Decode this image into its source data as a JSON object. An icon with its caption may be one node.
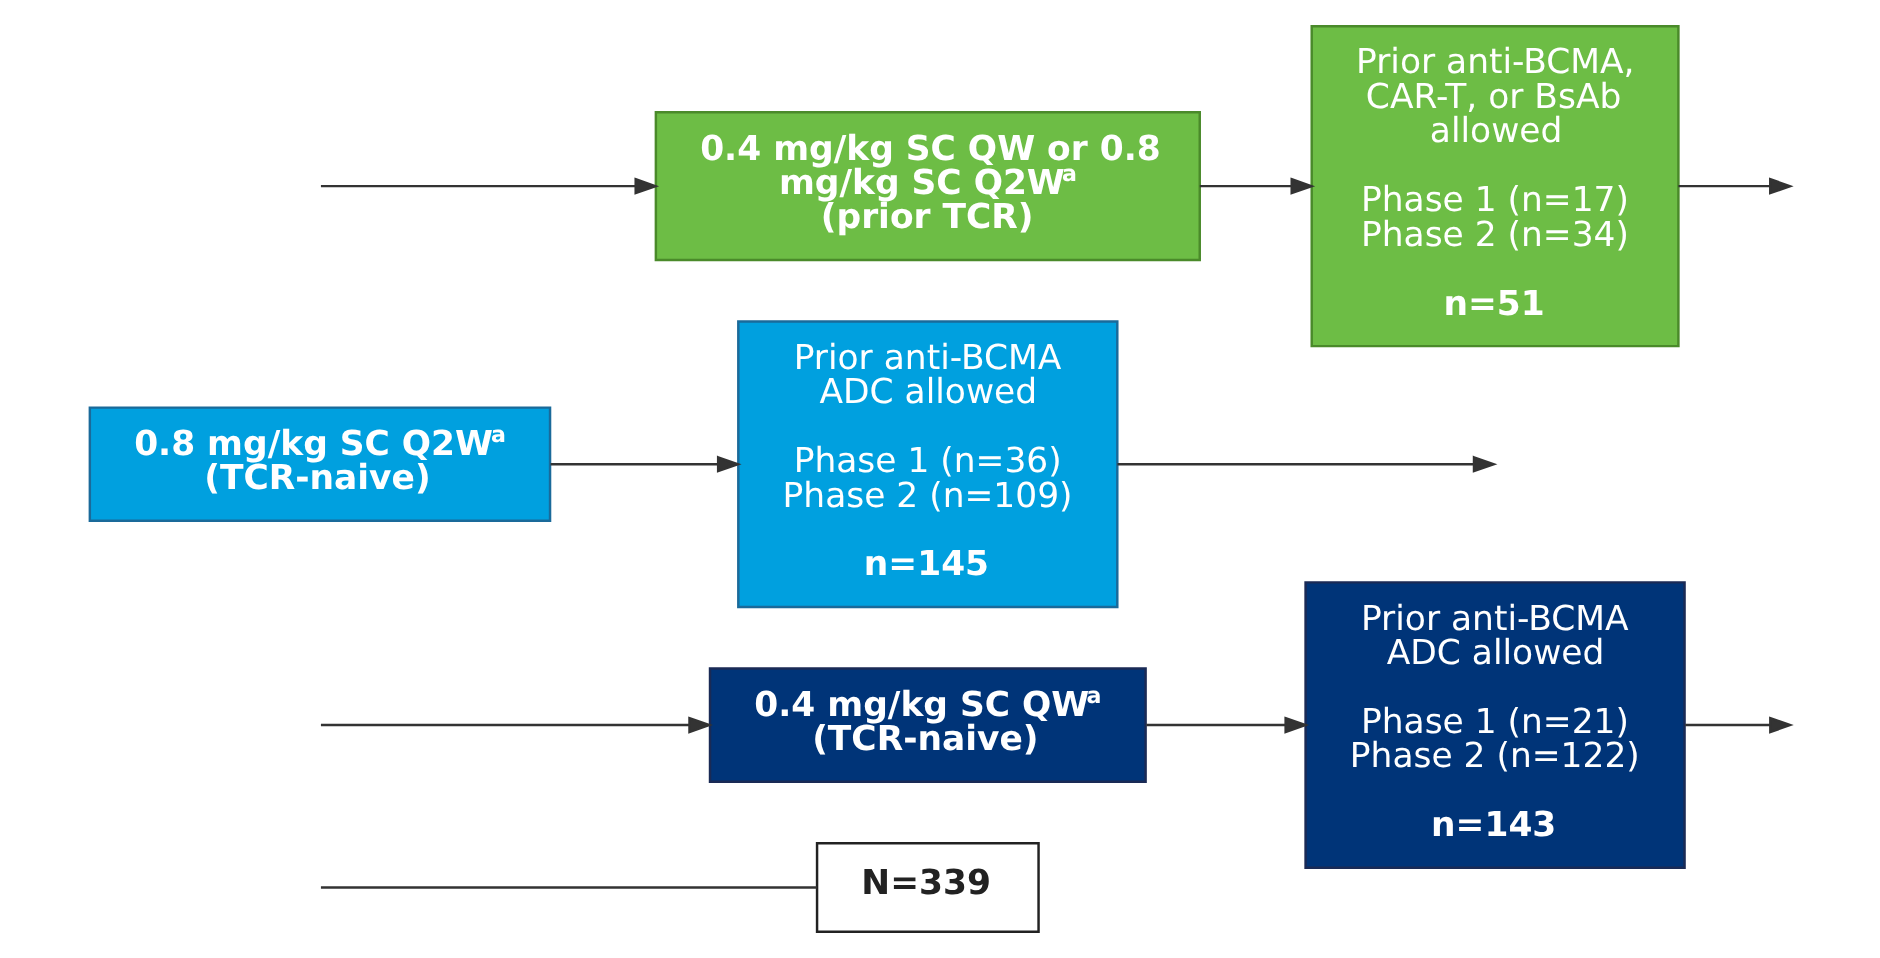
{
  "diagram": {
    "nodes": [
      {
        "text": [
          "N=339"
        ]
      },
      {
        "text": [
          "0.4 mg/kg SC QW$^{a}$ (TCR-naive)"
        ]
      },
      {
        "text": [
          "0.8 mg/kg SC Q2W$^{a}$ (TCR-naive)"
        ]
      },
      {
        "text": [
          "0.4 mg/kg SC QW or 0.8 mg/kg SC Q2W$^{a}$ (prior TCR)"
        ]
      },
      {
        "text": [
          "Prior anti-BCMA ADC allowed",
          "Phase 1 (n=21) Phase 2 (n=122)",
          "n=143"
        ]
      },
      {
        "text": [
          "Prior anti-BCMA ADC allowed",
          "Phase 1 (n=36) Phase 2 (n=109)",
          "n=145"
        ]
      },
      {
        "text": [
          "Prior anti-BCMA, CAR-T, or BsAb allowed",
          "Phase 1 (n=17) Phase 2 (n=34)",
          "n=51"
        ]
      }
    ],
    "edges": [
      {
        "from": null,
        "to": 0,
        "arrow": "none"
      },
      {
        "from": null,
        "to": 1,
        "arrow": "to"
      },
      {
        "from": null,
        "to": 3,
        "arrow": "to"
      },
      {
        "from": 1,
        "to": 4,
        "arrow": "to"
      },
      {
        "from": 2,
        "to": 5,
        "arrow": "to"
      },
      {
        "from": 3,
        "to": 6,
        "arrow": "to"
      },
      {
        "from": 4,
        "to": null,
        "arrow": "to"
      },
      {
        "from": 5,
        "to": null,
        "arrow": "to"
      },
      {
        "from": 6,
        "to": null,
        "arrow": "to"
      }
    ]
  }
}
